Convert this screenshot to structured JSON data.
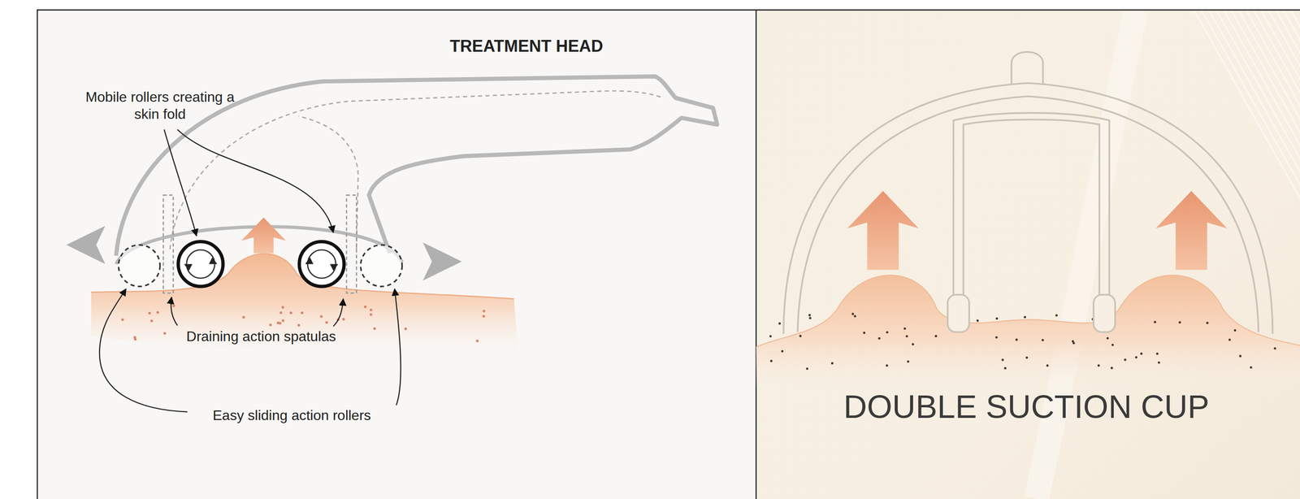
{
  "diagram": {
    "labels": [
      "TREATMENT HEAD",
      "Mobile rollers creating a skin fold",
      "Draining action spatulas",
      "Easy sliding action rollers",
      "DOUBLE SUCTION CUP"
    ]
  }
}
